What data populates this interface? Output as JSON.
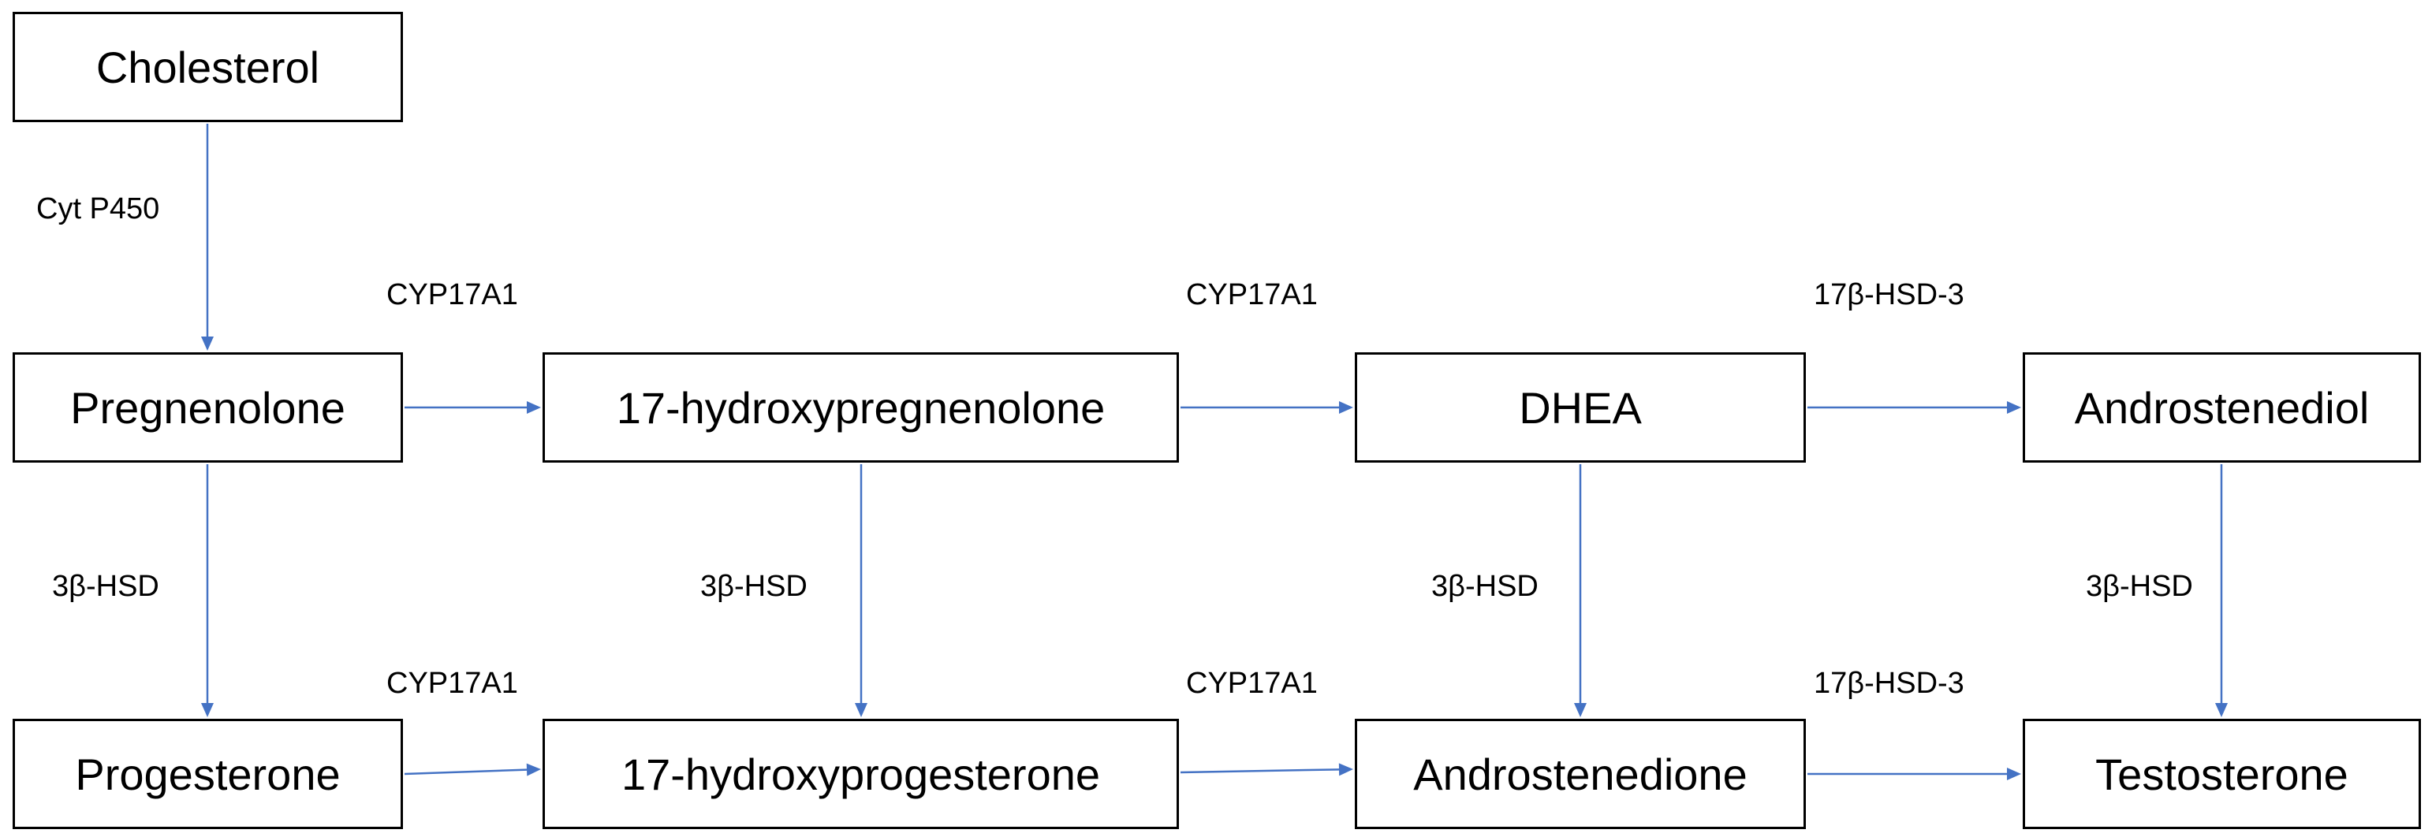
{
  "nodes": {
    "cholesterol": "Cholesterol",
    "pregnenolone": "Pregnenolone",
    "hydroxypregnenolone": "17-hydroxypregnenolone",
    "dhea": "DHEA",
    "androstenediol": "Androstenediol",
    "progesterone": "Progesterone",
    "hydroxyprogesterone": "17-hydroxyprogesterone",
    "androstenedione": "Androstenedione",
    "testosterone": "Testosterone"
  },
  "enzymes": {
    "cholesterol_to_pregnenolone": "Cyt P450",
    "pregnenolone_to_hydroxypregnenolone": "CYP17A1",
    "hydroxypregnenolone_to_dhea": "CYP17A1",
    "dhea_to_androstenediol": "17β-HSD-3",
    "pregnenolone_to_progesterone": "3β-HSD",
    "hydroxypregnenolone_to_hydroxyprogesterone": "3β-HSD",
    "dhea_to_androstenedione": "3β-HSD",
    "androstenediol_to_testosterone": "3β-HSD",
    "progesterone_to_hydroxyprogesterone": "CYP17A1",
    "hydroxyprogesterone_to_androstenedione": "CYP17A1",
    "androstenedione_to_testosterone": "17β-HSD-3"
  },
  "colors": {
    "arrow": "#4472c4",
    "box_border": "#000000"
  }
}
